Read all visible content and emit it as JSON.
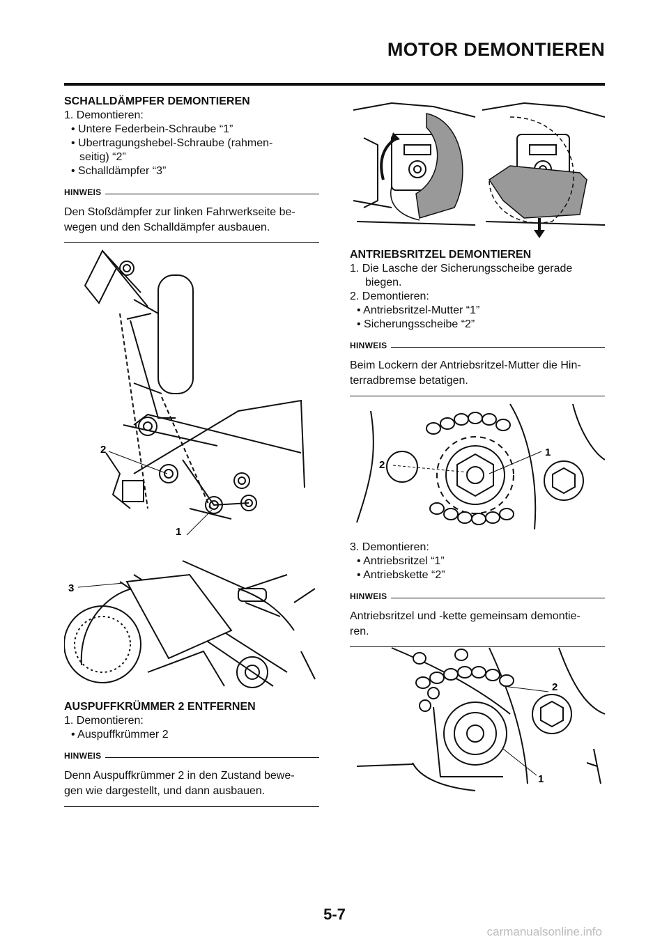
{
  "header": {
    "title": "MOTOR DEMONTIEREN"
  },
  "left": {
    "sec1": {
      "title": "SCHALLDÄMPFER DEMONTIEREN",
      "step1": "1. Demontieren:",
      "b1": "• Untere Federbein-Schraube “1”",
      "b2": "• Ubertragungshebel-Schraube (rahmen-",
      "b2c": "seitig)  “2”",
      "b3": "• Schalldämpfer “3”",
      "note_label": "HINWEIS",
      "note1": "Den Stoßdämpfer zur linken Fahrwerkseite be-",
      "note2": "wegen und den Schalldämpfer ausbauen."
    },
    "fig1": {
      "c2": "2",
      "c1": "1"
    },
    "fig2": {
      "c3": "3"
    },
    "sec2": {
      "title": "AUSPUFFKRÜMMER 2 ENTFERNEN",
      "step1": "1. Demontieren:",
      "b1": "• Auspuffkrümmer 2",
      "note_label": "HINWEIS",
      "note1": "Denn Auspuffkrümmer 2 in den Zustand bewe-",
      "note2": "gen wie dargestellt, und dann ausbauen."
    }
  },
  "right": {
    "sec3": {
      "title": "ANTRIEBSRITZEL DEMONTIEREN",
      "step1": "1. Die Lasche der Sicherungsscheibe gerade",
      "step1c": "biegen.",
      "step2": "2. Demontieren:",
      "b1": "• Antriebsritzel-Mutter “1”",
      "b2": "• Sicherungsscheibe “2”",
      "note_label": "HINWEIS",
      "note1": "Beim Lockern der Antriebsritzel-Mutter die Hin-",
      "note2": "terradbremse betatigen."
    },
    "fig4": {
      "c1": "1",
      "c2": "2"
    },
    "sec4": {
      "step3": "3. Demontieren:",
      "b1": "• Antriebsritzel “1”",
      "b2": "• Antriebskette “2”",
      "note_label": "HINWEIS",
      "note1": "Antriebsritzel und -kette gemeinsam demontie-",
      "note2": "ren."
    },
    "fig5": {
      "c2": "2",
      "c1": "1"
    }
  },
  "footer": {
    "page": "5-7",
    "watermark": "carmanualsonline.info"
  }
}
